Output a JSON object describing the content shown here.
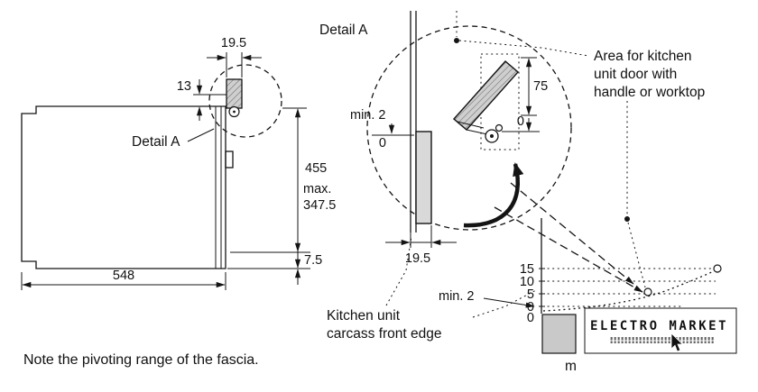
{
  "colors": {
    "line": "#141414",
    "panel_fill": "#cccccc",
    "bar_fill": "#c9c9c9"
  },
  "left_view": {
    "dim_top_width": "19.5",
    "dim_offset": "13",
    "detail_ref": "Detail A",
    "dim_height": "455",
    "dim_max_line1": "max.",
    "dim_max_line2": "347.5",
    "dim_bottom_gap": "7.5",
    "dim_width": "548",
    "note": "Note the pivoting range of the fascia."
  },
  "detail_view": {
    "title": "Detail A",
    "dim_min_gap": "min. 2",
    "dim_zero_left": "0",
    "dim_door_area": "75",
    "dim_zero_right": "0",
    "dim_depth": "19.5",
    "carcass_label_line1": "Kitchen unit",
    "carcass_label_line2": "carcass front edge"
  },
  "area_note": {
    "line1": "Area for kitchen",
    "line2": "unit door with",
    "line3": "handle or worktop"
  },
  "graph": {
    "ticks": [
      "15",
      "10",
      "5",
      "0"
    ],
    "min_gap_label": "min. 2",
    "surface_zero": "0",
    "unit": "m"
  },
  "watermark": {
    "brand": "ELECTRO MARKET"
  }
}
